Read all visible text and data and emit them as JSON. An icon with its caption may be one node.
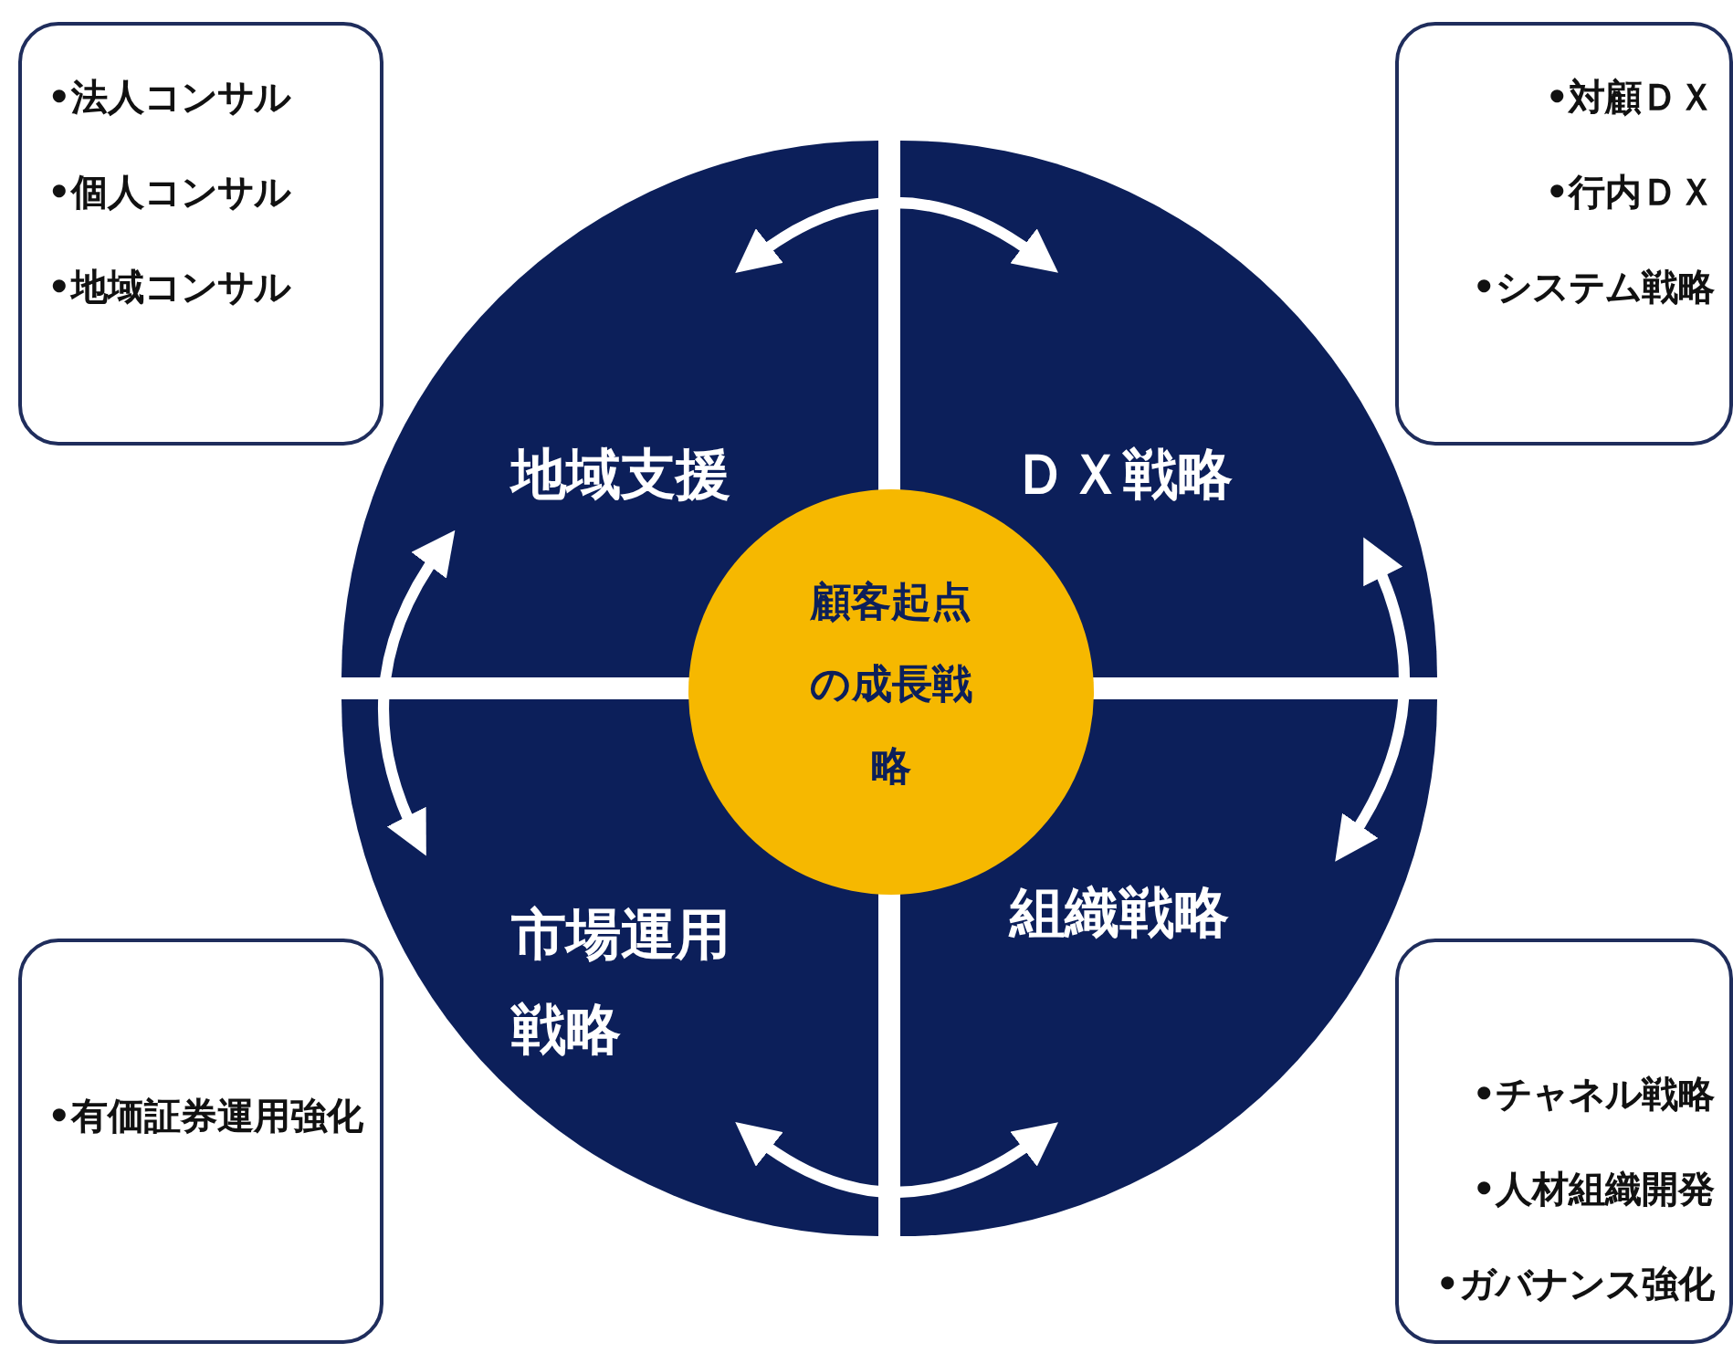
{
  "diagram": {
    "nodes": [
      {
        "text": [
          "•法人コンサル",
          "•個人コンサル",
          "•地域コンサル"
        ]
      },
      {
        "text": [
          "•対顧ＤＸ",
          "•行内ＤＸ",
          "•システム戦略"
        ]
      },
      {
        "text": [
          "•有価証券運用強化"
        ]
      },
      {
        "text": [
          "•チャネル戦略",
          "•人材組織開発",
          "•ガバナンス強化"
        ]
      },
      {
        "text": [
          "地域支援"
        ]
      },
      {
        "text": [
          "ＤＸ戦略"
        ]
      },
      {
        "text": [
          "市場運用戦略"
        ]
      },
      {
        "text": [
          "組織戦略"
        ]
      },
      {
        "text": [
          "顧客起点の成長戦略"
        ]
      }
    ],
    "edges": [
      {
        "from": 4,
        "to": 5,
        "arrow": "both"
      },
      {
        "from": 5,
        "to": 7,
        "arrow": "both"
      },
      {
        "from": 7,
        "to": 6,
        "arrow": "both"
      },
      {
        "from": 6,
        "to": 4,
        "arrow": "both"
      }
    ]
  }
}
